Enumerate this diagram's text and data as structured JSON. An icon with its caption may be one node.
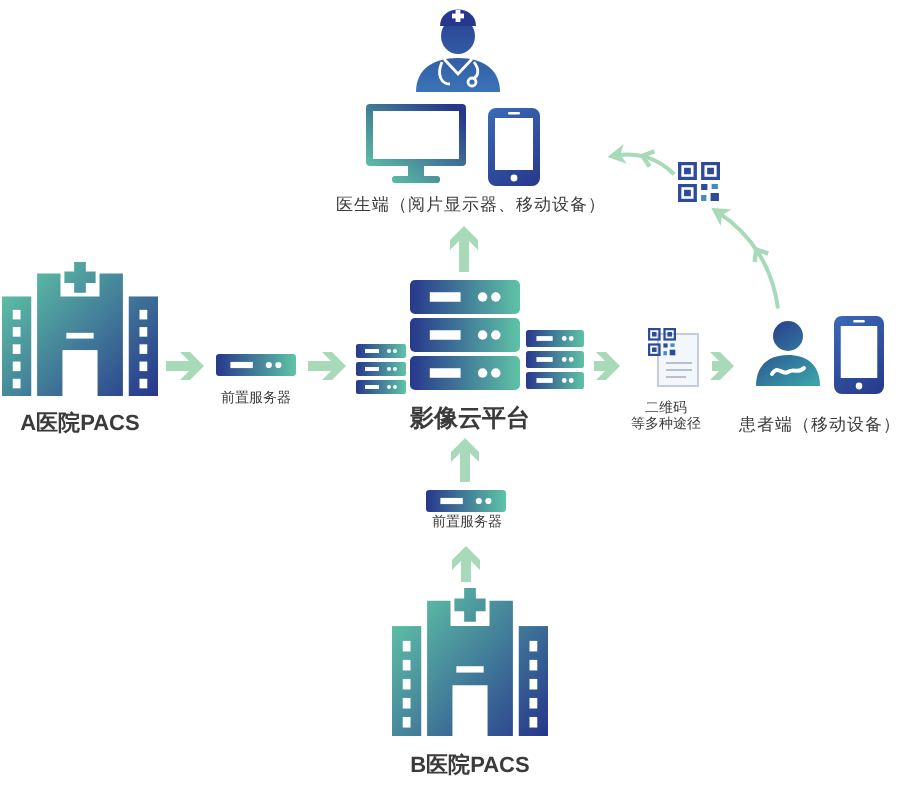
{
  "diagram": {
    "nodes": [
      {
        "text": [
          "医生端（阅片显示器、移动设备）"
        ]
      },
      {
        "text": [],
        "shape": "picture"
      },
      {
        "text": [
          "A医院PACS"
        ]
      },
      {
        "text": [
          "前置服务器"
        ]
      },
      {
        "text": [
          "影像云平台"
        ]
      },
      {
        "text": [
          "二维码等多种途径"
        ]
      },
      {
        "text": [
          "患者端（移动设备）"
        ]
      },
      {
        "text": [
          "前置服务器"
        ]
      },
      {
        "text": [
          "B医院PACS"
        ]
      }
    ],
    "edges": [
      {
        "from": 2,
        "to": 3,
        "arrow": "to"
      },
      {
        "from": 3,
        "to": 4,
        "arrow": "to"
      },
      {
        "from": 4,
        "to": 0,
        "arrow": "to"
      },
      {
        "from": 4,
        "to": 5,
        "arrow": "to"
      },
      {
        "from": 5,
        "to": 6,
        "arrow": "to"
      },
      {
        "from": 8,
        "to": 7,
        "arrow": "to"
      },
      {
        "from": 7,
        "to": 4,
        "arrow": "to"
      },
      {
        "from": 6,
        "to": 1,
        "arrow": "to"
      },
      {
        "from": 1,
        "to": 0,
        "arrow": "to"
      }
    ]
  }
}
